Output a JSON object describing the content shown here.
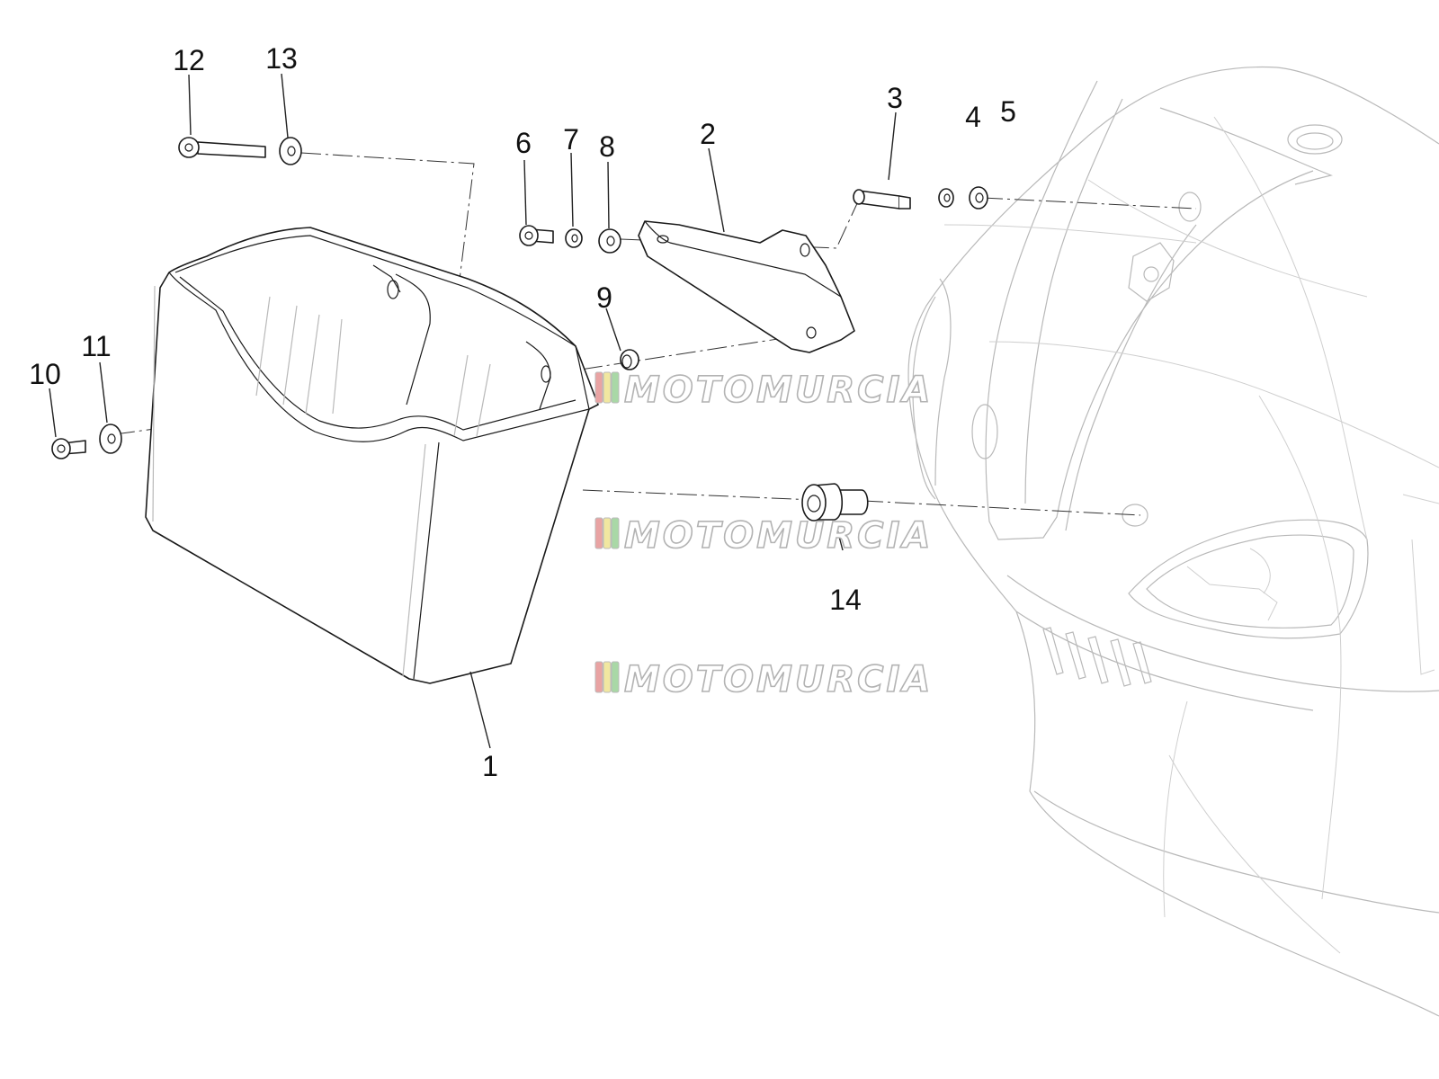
{
  "callouts": [
    {
      "id": "1",
      "label": "1"
    },
    {
      "id": "2",
      "label": "2"
    },
    {
      "id": "3",
      "label": "3"
    },
    {
      "id": "4",
      "label": "4"
    },
    {
      "id": "5",
      "label": "5"
    },
    {
      "id": "6",
      "label": "6"
    },
    {
      "id": "7",
      "label": "7"
    },
    {
      "id": "8",
      "label": "8"
    },
    {
      "id": "9",
      "label": "9"
    },
    {
      "id": "10",
      "label": "10"
    },
    {
      "id": "11",
      "label": "11"
    },
    {
      "id": "12",
      "label": "12"
    },
    {
      "id": "13",
      "label": "13"
    },
    {
      "id": "14",
      "label": "14"
    }
  ],
  "watermark": {
    "text": "MOTOMURCIA",
    "stripe_colors": [
      "#e9a3a3",
      "#f1e7a0",
      "#a9d8a6"
    ]
  }
}
